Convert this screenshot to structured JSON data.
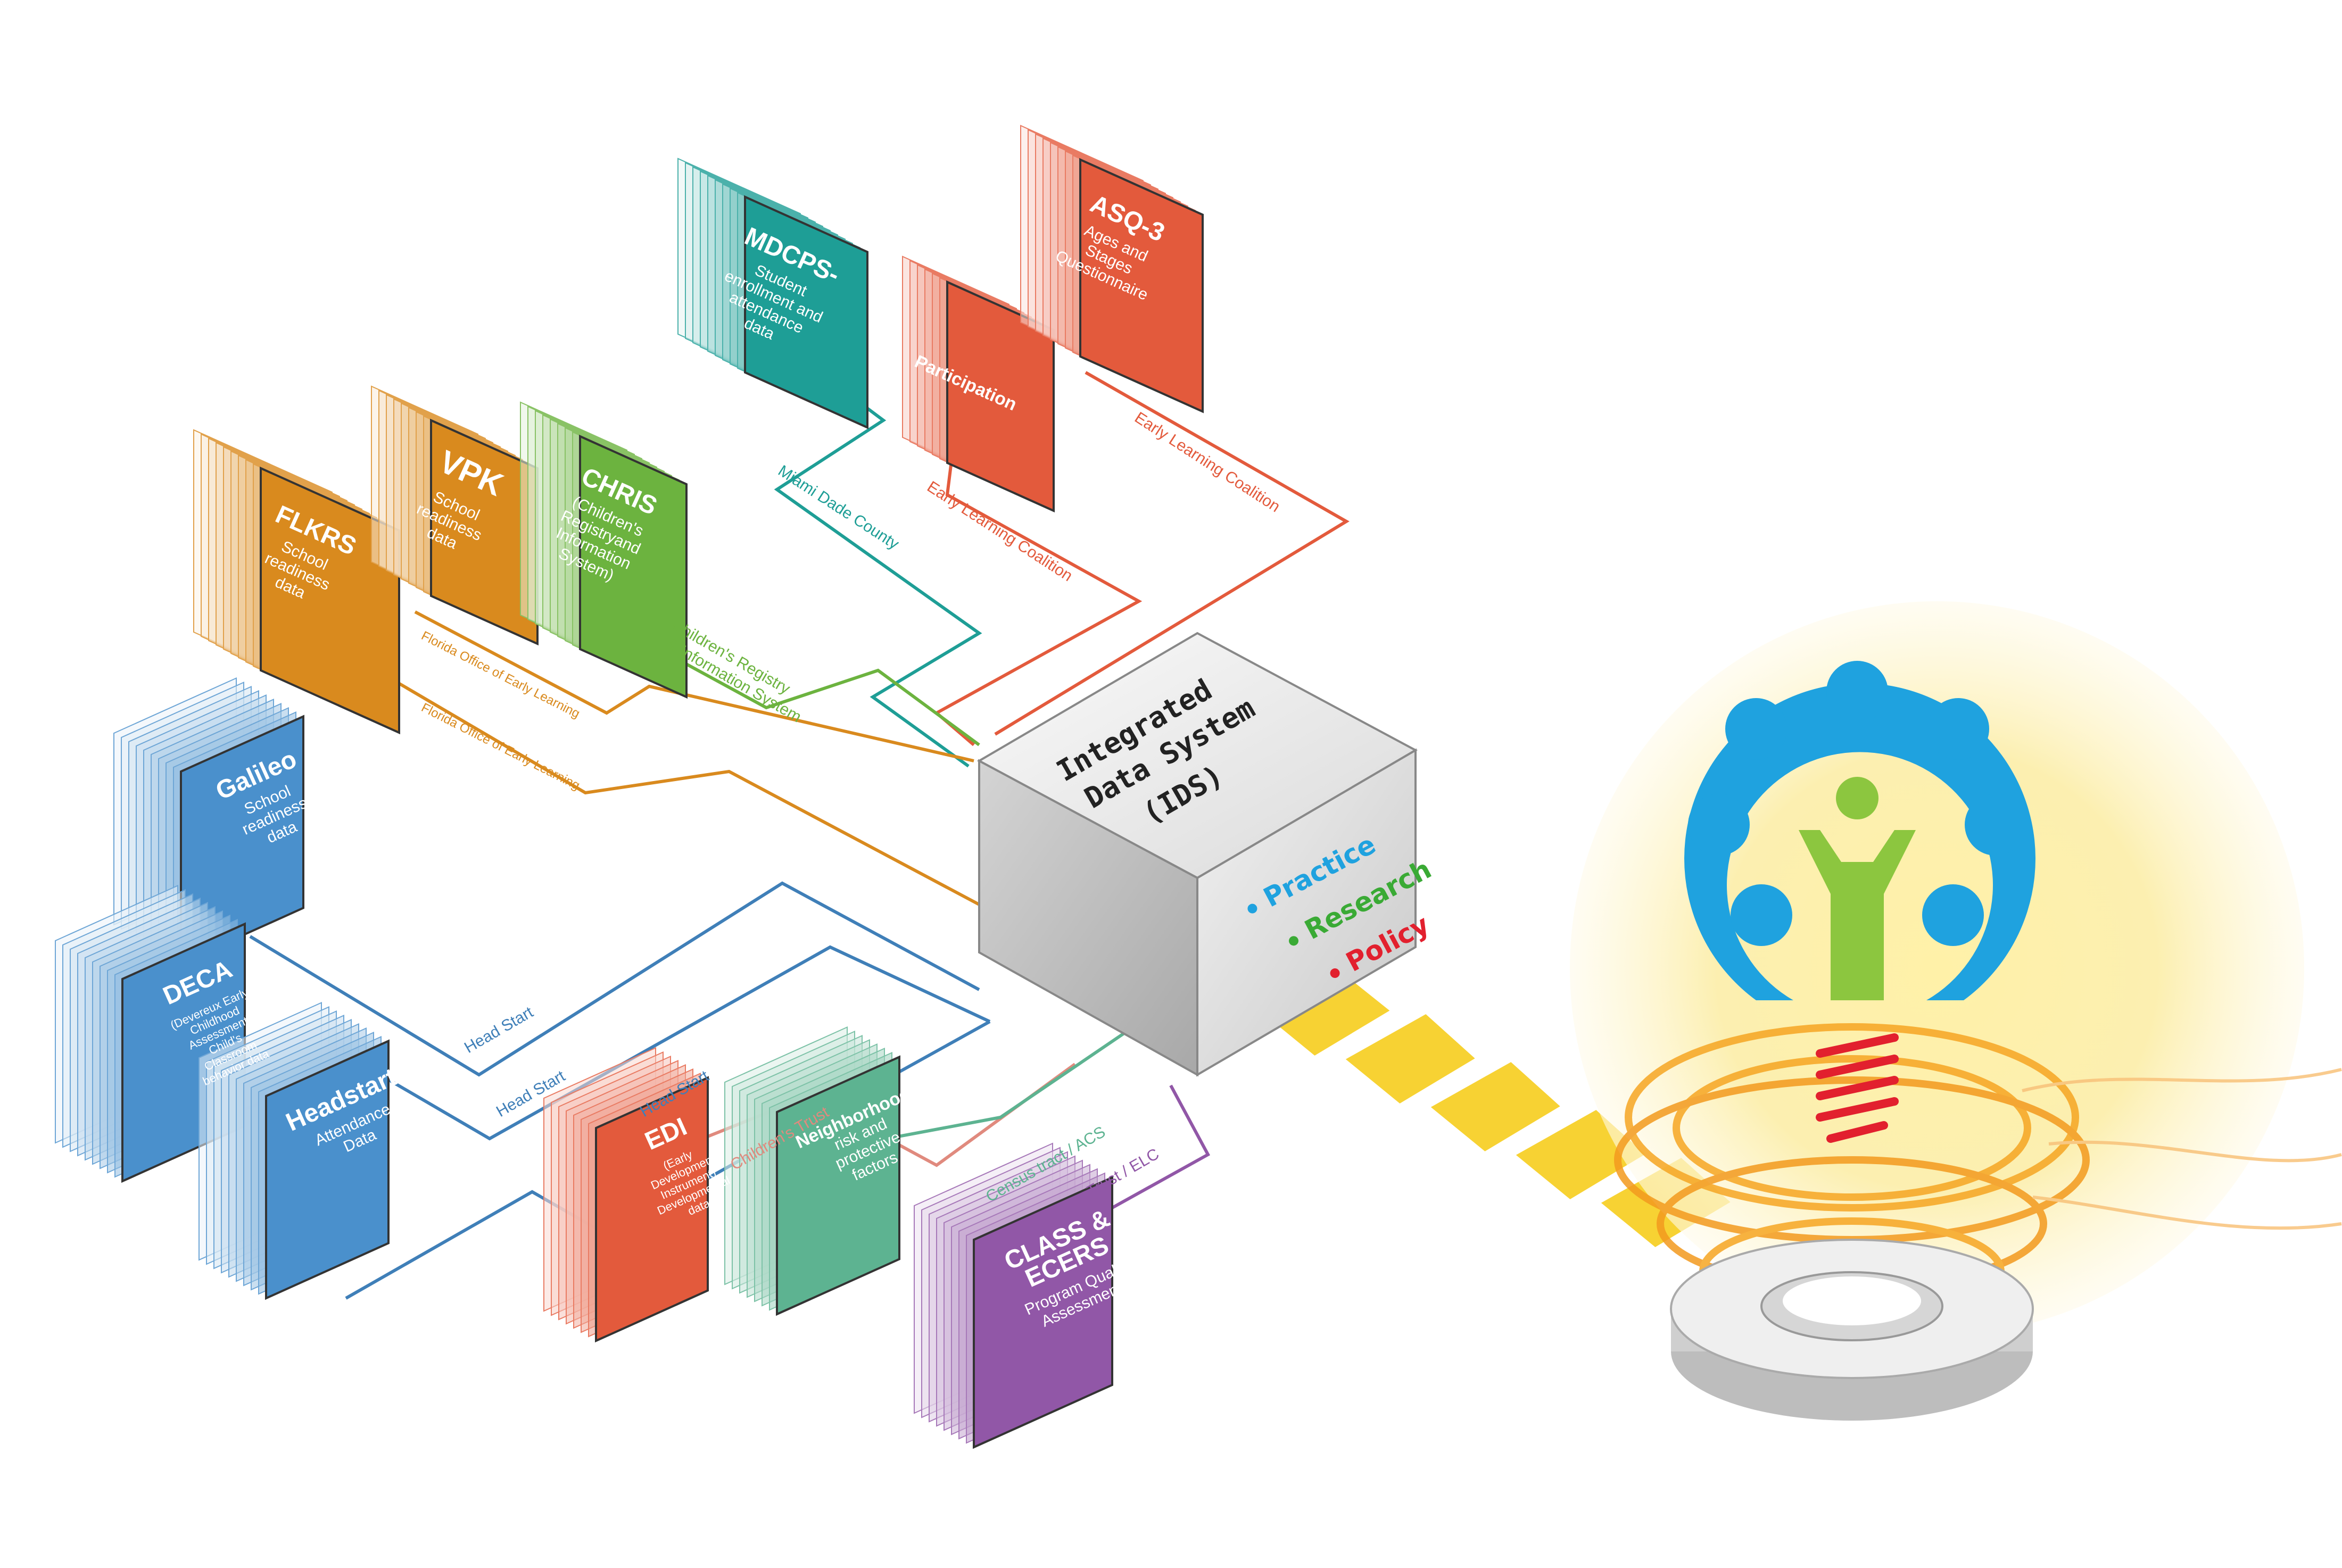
{
  "colors": {
    "orange": "#D98A1E",
    "green": "#6CB33F",
    "teal": "#1E9E96",
    "red": "#E35A3C",
    "blue": "#4A90CC",
    "sea": "#5DB391",
    "purple": "#9157A7",
    "yellow": "#F7D233",
    "logo_blue": "#1FA2DF",
    "logo_green": "#8CC63F",
    "logo_red": "#E2202E"
  },
  "ids": {
    "title_line1": "Integrated",
    "title_line2": "Data System",
    "title_line3": "(IDS)",
    "items": [
      {
        "label": "Practice",
        "color": "#1FA2DF"
      },
      {
        "label": "Research",
        "color": "#3AAA35"
      },
      {
        "label": "Policy",
        "color": "#E2202E"
      }
    ]
  },
  "sources": {
    "flkrs": {
      "title": "FLKRS",
      "sub": [
        "School",
        "readiness",
        "data"
      ]
    },
    "vpk": {
      "title": "VPK",
      "sub": [
        "School",
        "readiness",
        "data"
      ]
    },
    "chris": {
      "title": "CHRIS",
      "sub": [
        "(Children's",
        "Registryand",
        "Information",
        "System)"
      ]
    },
    "mdcps": {
      "title": "MDCPS-",
      "sub": [
        "Student",
        "enrollment and",
        "attendance",
        "data"
      ]
    },
    "particip": {
      "title": "Participation",
      "sub": []
    },
    "asq": {
      "title": "ASQ-3",
      "sub": [
        "Ages and",
        "Stages",
        "Questionnaire"
      ]
    },
    "galileo": {
      "title": "Galileo",
      "sub": [
        "School",
        "readiness",
        "data"
      ]
    },
    "deca": {
      "title": "DECA",
      "sub": [
        "(Devereux Early",
        "Childhood",
        "Assessment)",
        "Child's",
        "Classroom",
        "behavior data"
      ]
    },
    "headstart": {
      "title": "Headstart",
      "sub": [
        "Attendance",
        "Data"
      ]
    },
    "edi": {
      "title": "EDI",
      "sub": [
        "(Early",
        "Development",
        "Instrument)",
        "Developmental",
        "data"
      ]
    },
    "neigh": {
      "title": "Neighborhood",
      "sub": [
        "risk and",
        "protective",
        "factors"
      ]
    },
    "class": {
      "title": "CLASS &",
      "title2": "ECERS",
      "sub": [
        "Program Quality",
        "Assessments"
      ]
    }
  },
  "connections": {
    "miami_dade": "Miami Dade County",
    "elc1": "Early Learning Coalition",
    "elc2": "Early Learning Coalition",
    "chris_reg_1": "Children's Registry",
    "chris_reg_2": "& Information System",
    "foel1": "Florida Office of Early Learning",
    "foel2": "Florida Office of Early Learning",
    "headstart1": "Head Start",
    "headstart2": "Head Start",
    "headstart3": "Head Start",
    "childrens_trust": "Children's Trust",
    "census": "Census tract / ACS",
    "trust_elc": "Trust / ELC"
  }
}
